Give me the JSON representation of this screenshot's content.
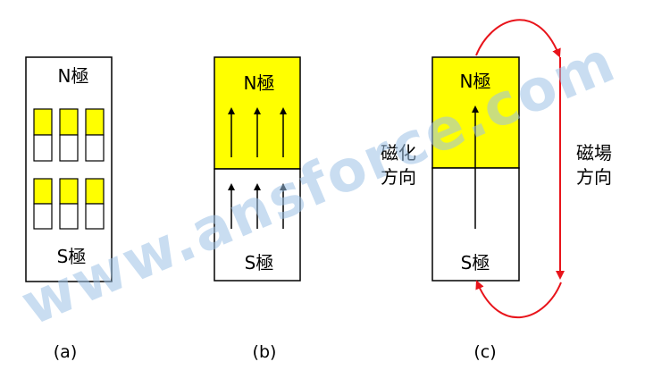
{
  "watermark": "www.ansforce.com",
  "colors": {
    "yellow": "#ffff00",
    "arrow": "#000000",
    "field_line": "#e8141b",
    "watermark": "#9ec3e6"
  },
  "panel_a": {
    "north_label": "N極",
    "south_label": "S極",
    "caption": "(a)"
  },
  "panel_b": {
    "north_label": "N極",
    "south_label": "S極",
    "caption": "(b)",
    "side_label_1": "磁化",
    "side_label_2": "方向"
  },
  "panel_c": {
    "north_label": "N極",
    "south_label": "S極",
    "caption": "(c)",
    "side_label_1": "磁場",
    "side_label_2": "方向"
  }
}
